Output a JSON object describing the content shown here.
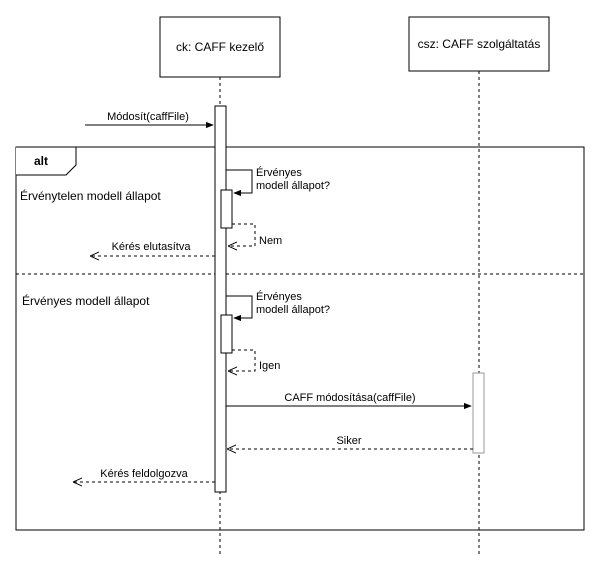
{
  "participants": {
    "left": {
      "label": "ck: CAFF kezelő"
    },
    "right": {
      "label": "csz: CAFF szolgáltatás"
    }
  },
  "messages": {
    "modosit": "Módosít(caffFile)",
    "erv1_line1": "Érvényes",
    "erv1_line2": "modell állapot?",
    "nem": "Nem",
    "keres_elut": "Kérés elutasítva",
    "erv2_line1": "Érvényes",
    "erv2_line2": "modell állapot?",
    "igen": "Igen",
    "caff_mod": "CAFF módosítása(caffFile)",
    "siker": "Siker",
    "keres_feld": "Kérés feldolgozva"
  },
  "fragment": {
    "operator": "alt",
    "guard1": "Érvénytelen modell állapot",
    "guard2": "Érvényes modell állapot"
  },
  "colors": {
    "line": "#000000",
    "activation_right_border": "#999999"
  }
}
